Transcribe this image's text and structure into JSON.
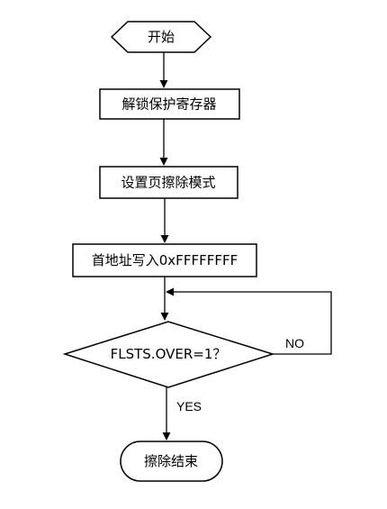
{
  "flowchart": {
    "nodes": {
      "start": "开始",
      "unlock": "解锁保护寄存器",
      "set_mode": "设置页擦除模式",
      "write_addr": "首地址写入0xFFFFFFFF",
      "check": "FLSTS.OVER=1？",
      "end": "擦除结束"
    },
    "edges": {
      "no": "NO",
      "yes": "YES"
    }
  }
}
